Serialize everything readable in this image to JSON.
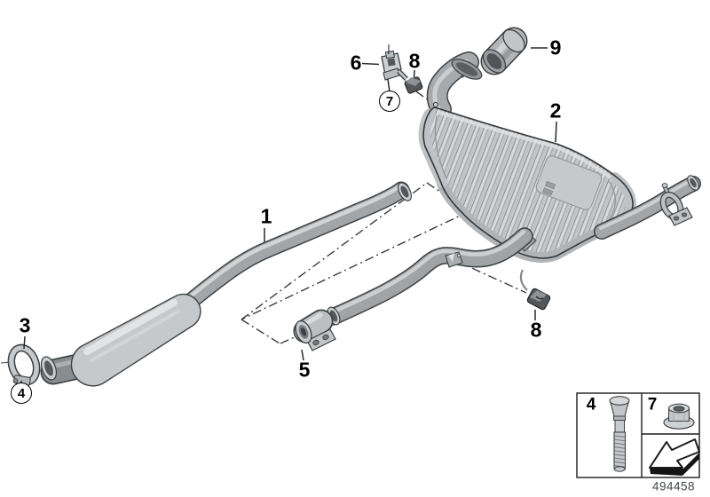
{
  "callouts": {
    "c1": "1",
    "c2": "2",
    "c3": "3",
    "c4": "4",
    "c5": "5",
    "c6": "6",
    "c7": "7",
    "c8_top": "8",
    "c8_bottom": "8",
    "c9": "9"
  },
  "legend": {
    "bolt_label": "4",
    "nut_label": "7"
  },
  "part_number": "494458",
  "colors": {
    "background": "#ffffff",
    "line": "#2f3234",
    "metal_light": "#d8dadb",
    "metal_mid": "#a6aaac",
    "metal_dark": "#54585a",
    "rubber": "#54585a"
  }
}
